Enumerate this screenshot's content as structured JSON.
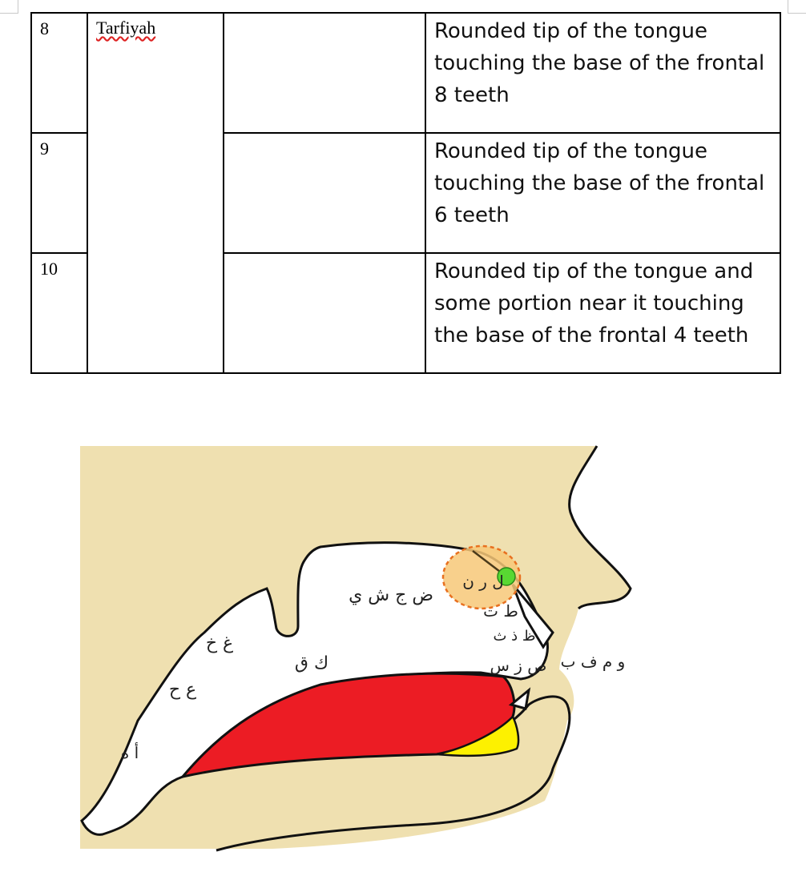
{
  "table": {
    "rows": [
      {
        "num": "8",
        "name": "Tarfiyah",
        "description": "Rounded tip of the tongue touching the base of the frontal 8 teeth"
      },
      {
        "num": "9",
        "description": "Rounded tip of the tongue touching the base of the frontal 6 teeth"
      },
      {
        "num": "10",
        "description": "Rounded tip of the tongue and some portion near it touching the base of the frontal 4 teeth"
      }
    ]
  },
  "diagram": {
    "labels": {
      "palate_letters": "ض ج ش ي",
      "uvular_letters": "ك ق",
      "upper_throat": "غ خ",
      "mid_throat": "ع ح",
      "lower_throat": "أ ه",
      "highlight_letters": "ل ر ن",
      "ta_letters": "ط ت",
      "dha_letters": "ظ ذ ث",
      "sa_letters": "ص ز س",
      "lip_letters": "و م ف ب"
    },
    "colors": {
      "skin": "#efe0b0",
      "tongue": "#ec1c24",
      "tongue_underside": "#fdf100",
      "highlight": "#f7c878",
      "highlight_border": "#e8701f",
      "point": "#58d832"
    }
  }
}
